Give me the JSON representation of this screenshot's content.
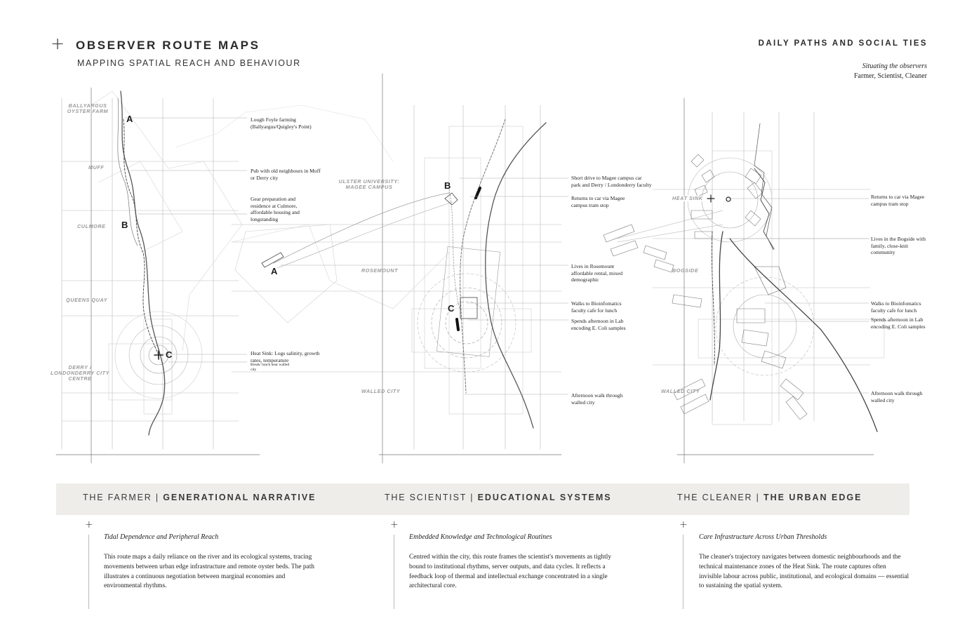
{
  "header": {
    "title": "OBSERVER ROUTE MAPS",
    "subtitle": "MAPPING SPATIAL REACH AND BEHAVIOUR",
    "right_title": "DAILY PATHS AND SOCIAL TIES",
    "right_note_italic": "Situating the observers",
    "right_note": "Farmer, Scientist, Cleaner"
  },
  "farmer_map": {
    "places": [
      "BALLYARGUS\nOYSTER FARM",
      "MUFF",
      "CULMORE",
      "QUEENS QUAY",
      "DERRY /\nLONDONDERRY CITY\nCENTRE"
    ],
    "markers": [
      "A",
      "B",
      "C"
    ],
    "annotations": [
      "Lough Foyle farming (Ballyargus/Quigley's Point)",
      "Pub with old neighbours in Muff or Derry city",
      "Gear preparation and residence at Culmore, affordable housing and longstanding",
      "Heat Sink: Logs salinity, growth rates, temperature",
      "Break/ lunch near walled city"
    ]
  },
  "scientist_map": {
    "places": [
      "ULSTER UNIVERSITY:\nMAGEE CAMPUS",
      "ROSEMOUNT",
      "WALLED CITY"
    ],
    "markers": [
      "A",
      "B",
      "C"
    ],
    "annotations": [
      "Short drive to Magee campus car park and Derry / Londonderry faculty",
      "Returns to car via Magee campus tram stop",
      "Lives in Rosemount affordable rental, mixed demographic",
      "Walks to Bioinfomatics faculty cafe for lunch",
      "Spends afternoon in Lab encoding E. Coli samples",
      "Afternoon walk through walled city"
    ]
  },
  "cleaner_map": {
    "places": [
      "HEAT SINK",
      "BOGSIDE",
      "WALLED CITY"
    ],
    "annotations": [
      "Returns to car via Magee campus tram stop",
      "Lives in the Bogside with family, close-knit community",
      "Walks to Bioinfomatics faculty cafe for lunch",
      "Spends afternoon in Lab encoding E. Coli samples",
      "Afternoon walk through walled city"
    ]
  },
  "profiles": [
    {
      "role": "THE FARMER",
      "theme": "GENERATIONAL NARRATIVE",
      "heading": "Tidal Dependence and Peripheral Reach",
      "body": "This route maps a daily reliance on the river and its ecological systems, tracing movements between urban edge infrastructure and remote oyster beds. The path illustrates a continuous negotiation between marginal economies and environmental rhythms."
    },
    {
      "role": "THE SCIENTIST",
      "theme": "EDUCATIONAL SYSTEMS",
      "heading": "Embedded Knowledge and Technological Routines",
      "body": "Centred within the city, this route frames the scientist's movements as tightly bound to institutional rhythms, server outputs, and data cycles. It reflects a feedback loop of thermal and intellectual exchange concentrated in a single architectural core."
    },
    {
      "role": "THE CLEANER",
      "theme": "THE URBAN EDGE",
      "heading": "Care Infrastructure Across Urban Thresholds",
      "body": "The cleaner's trajectory navigates between domestic neighbourhoods and the technical maintenance zones of the Heat Sink. The route captures often invisible labour across public, institutional, and ecological domains — essential to sustaining the spatial system."
    }
  ],
  "separator": "|",
  "plus_icon": "+"
}
